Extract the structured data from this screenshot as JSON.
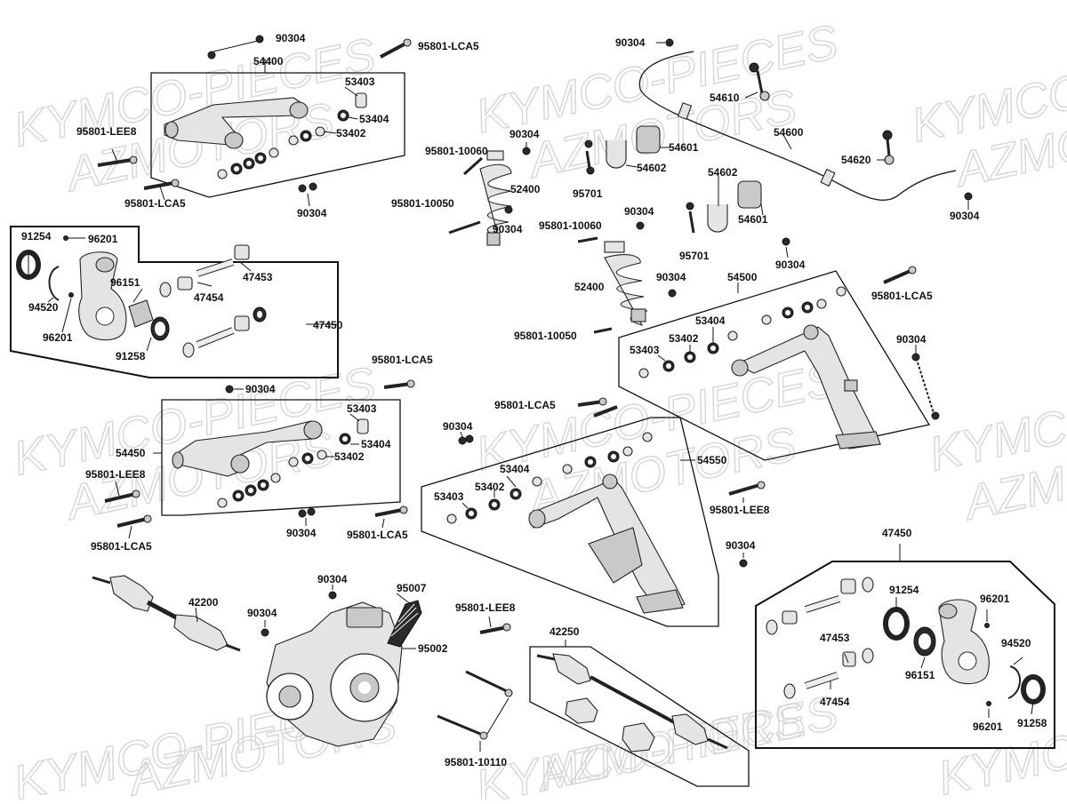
{
  "watermark": {
    "line1": "KYMCO-PIECES",
    "line2": "AZMOTORS"
  },
  "labels": {
    "top_90304": "90304",
    "top_54400": "54400",
    "top_95801_lca5": "95801-LCA5",
    "ua_53403": "53403",
    "ua_53404": "53404",
    "ua_53402": "53402",
    "ua_95801_lee8": "95801-LEE8",
    "ua_95801_lca5": "95801-LCA5",
    "ua_90304": "90304",
    "shock_90304": "90304",
    "shock_10060": "95801-10060",
    "shock_52400": "52400",
    "shock_10050": "95801-10050",
    "shock_90304b": "90304",
    "stab_90304": "90304",
    "stab_54610": "54610",
    "stab_54601a": "54601",
    "stab_54600": "54600",
    "stab_54602a": "54602",
    "stab_95701a": "95701",
    "stab_54620": "54620",
    "stab_54602b": "54602",
    "stab_54601b": "54601",
    "stab_90304b": "90304",
    "stab_95701b": "95701",
    "k_91254": "91254",
    "k_96201": "96201",
    "k_47453": "47453",
    "k_96151": "96151",
    "k_47454": "47454",
    "k_94520": "94520",
    "k_96201b": "96201",
    "k_91258": "91258",
    "k_47450": "47450",
    "shock2_10060": "95801-10060",
    "shock2_90304": "90304",
    "shock2_52400": "52400",
    "shock2_90304b": "90304",
    "shock2_10050": "95801-10050",
    "shock2_90304c": "90304",
    "ra_54500": "54500",
    "ra_95801_lca5": "95801-LCA5",
    "ra_53404": "53404",
    "ra_53403": "53403",
    "ra_53402": "53402",
    "ra_90304": "90304",
    "la_95801_lca5": "95801-LCA5",
    "la_90304": "90304",
    "la_53403": "53403",
    "la_54450": "54450",
    "la_53404": "53404",
    "la_53402": "53402",
    "la_95801_lee8": "95801-LEE8",
    "la_95801_lca5b": "95801-LCA5",
    "la_90304b": "90304",
    "lb_95801_lca5": "95801-LCA5",
    "lb_90304": "90304",
    "lb_54550": "54550",
    "lb_53404": "53404",
    "lb_53403": "53403",
    "lb_53402": "53402",
    "lb_95801_lee8": "95801-LEE8",
    "lb_95801_lca5b": "95801-LCA5",
    "lb_90304b": "90304",
    "d_42200": "42200",
    "d_90304": "90304",
    "d_90304b": "90304",
    "d_95007": "95007",
    "d_95002": "95002",
    "d_95801_lee8": "95801-LEE8",
    "d_42250": "42250",
    "d_95801_10110": "95801-10110",
    "k2_47450": "47450",
    "k2_91254": "91254",
    "k2_96201": "96201",
    "k2_47453": "47453",
    "k2_94520": "94520",
    "k2_96151": "96151",
    "k2_47454": "47454",
    "k2_96201b": "96201",
    "k2_91258": "91258"
  }
}
